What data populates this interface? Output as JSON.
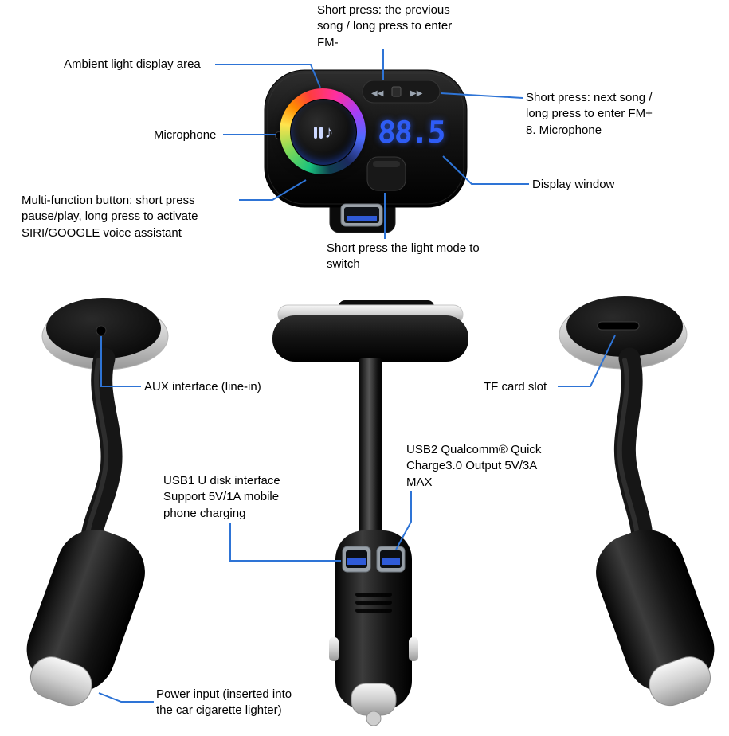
{
  "page": {
    "background": "#ffffff"
  },
  "colors": {
    "callout_line": "#2e74d6",
    "label_text": "#000000",
    "display_digits": "#2e5cf5",
    "usb_tongue": "#2f5bd8",
    "device_body": "#111111"
  },
  "device_front": {
    "display_value": "88.5",
    "icons": {
      "prev_glyph": "◀◀",
      "next_glyph": "▶▶",
      "knob_note_glyph": "♪"
    }
  },
  "annotations": {
    "prev_song": "Short press: the previous song / long press to enter FM-",
    "ambient": "Ambient light display area",
    "microphone": "Microphone",
    "next_song": "Short press: next song / long press to enter FM+ 8. Microphone",
    "display_window": "Display window",
    "multi_function": "Multi-function button: short press pause/play, long press to activate SIRI/GOOGLE voice assistant",
    "light_mode": "Short press the light mode to switch",
    "aux": "AUX interface (line-in)",
    "tf_card": "TF card slot",
    "usb2": "USB2 Qualcomm® Quick Charge3.0 Output 5V/3A MAX",
    "usb1": "USB1 U disk interface Support 5V/1A mobile phone charging",
    "power_input": "Power input (inserted into the car cigarette lighter)"
  }
}
